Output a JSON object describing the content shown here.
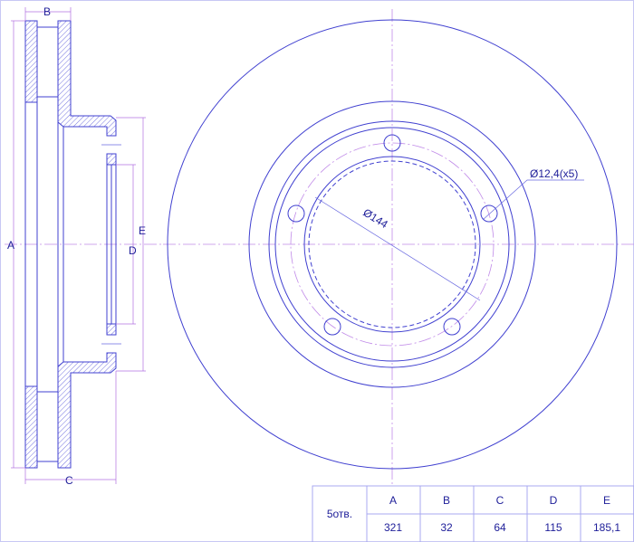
{
  "labels": {
    "A": "A",
    "B": "B",
    "C": "C",
    "D": "D",
    "E": "E",
    "inner_diameter": "Ø144",
    "bolt_hole": "Ø12,4(x5)"
  },
  "table": {
    "holes_label": "5отв.",
    "headers": [
      "A",
      "B",
      "C",
      "D",
      "E"
    ],
    "values": [
      "321",
      "32",
      "64",
      "115",
      "185,1"
    ]
  },
  "colors": {
    "line": "#4040d0",
    "centerline": "#c08ae8",
    "text": "#20209a"
  }
}
